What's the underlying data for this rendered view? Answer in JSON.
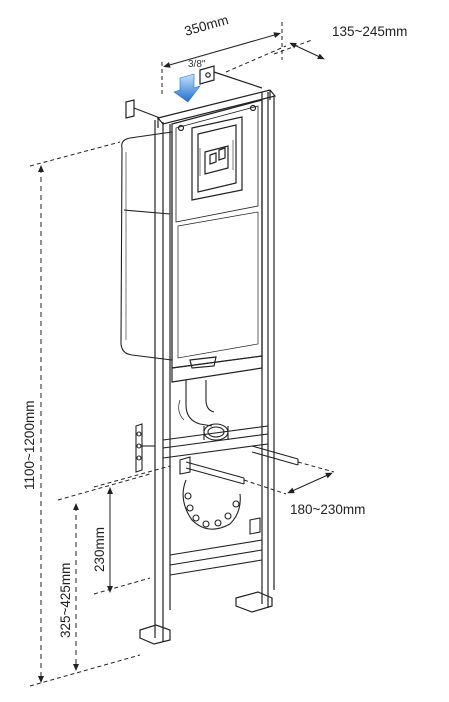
{
  "dimensions": {
    "frame_width": "350mm",
    "wall_depth": "135~245mm",
    "inlet_angle": "3/8\"",
    "total_height": "1100~1200mm",
    "flush_pipe_height": "325~425mm",
    "drain_height": "230mm",
    "bolt_spacing": "180~230mm"
  },
  "colors": {
    "line": "#222222",
    "arrow_blue": "#1e6fd0",
    "arrow_light": "#9ec9f2"
  }
}
